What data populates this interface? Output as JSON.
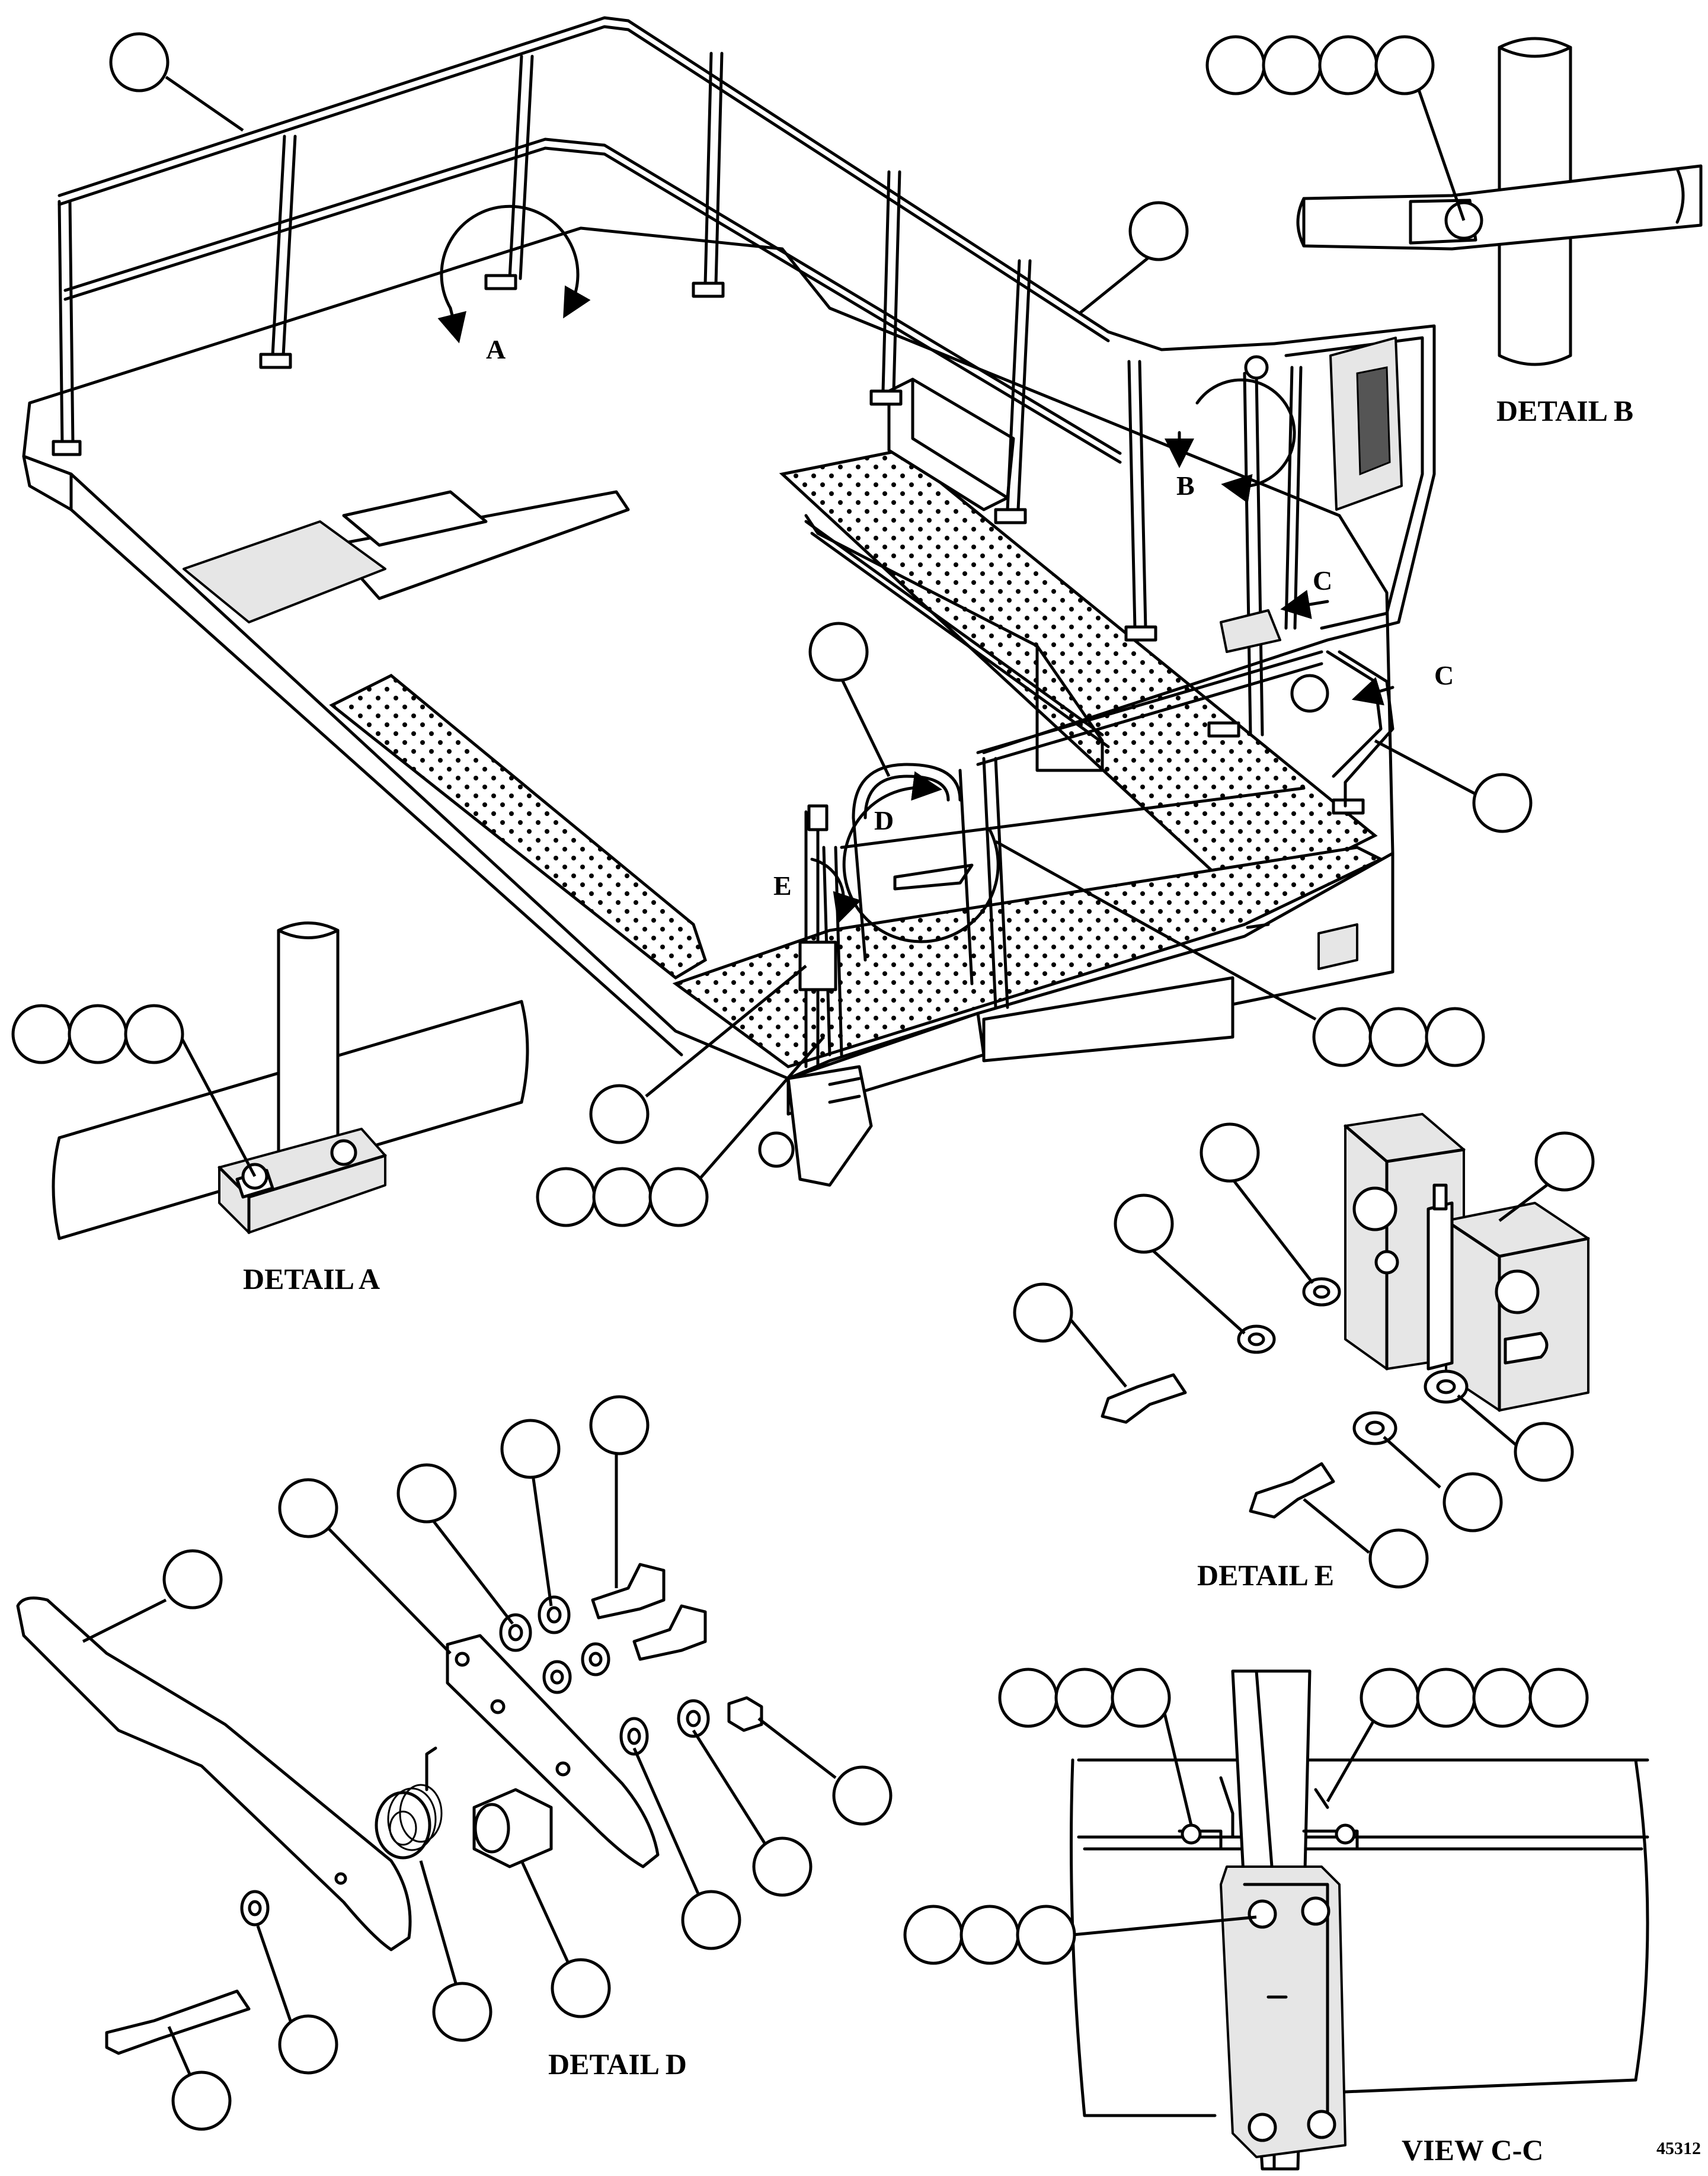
{
  "labels": {
    "detail_a": "DETAIL A",
    "detail_b": "DETAIL B",
    "detail_d": "DETAIL D",
    "detail_e": "DETAIL E",
    "view_cc": "VIEW C-C",
    "figure_number": "45312"
  },
  "view_callouts": {
    "a": "A",
    "b": "B",
    "c1": "C",
    "c2": "C",
    "d": "D",
    "e": "E"
  },
  "colors": {
    "line": "#000000",
    "background": "#ffffff",
    "shade": "#e6e6e6"
  }
}
